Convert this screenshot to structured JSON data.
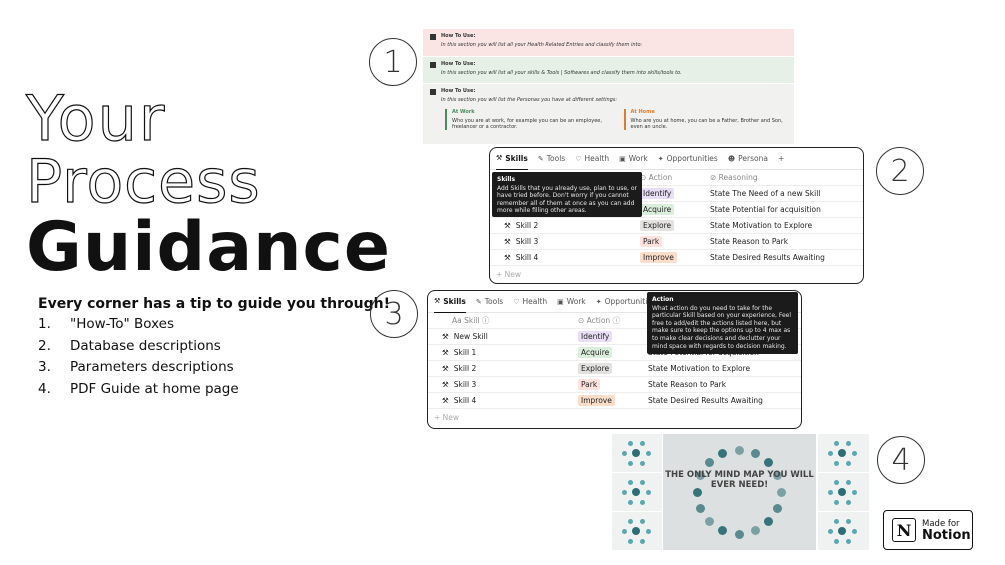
{
  "title": {
    "line1": "Your",
    "line2": "Process",
    "line3": "Guidance"
  },
  "subtitle": "Every corner has a tip to guide you through!",
  "tips": [
    {
      "num": "1.",
      "text": "\"How-To\" Boxes"
    },
    {
      "num": "2.",
      "text": "Database descriptions"
    },
    {
      "num": "3.",
      "text": "Parameters descriptions"
    },
    {
      "num": "4.",
      "text": "PDF Guide at home page"
    }
  ],
  "markers": [
    "1",
    "2",
    "3",
    "4"
  ],
  "howto": {
    "box1": {
      "title": "How To Use:",
      "text": "In this section you will list all your Health Related Entries and classify them into:"
    },
    "box2": {
      "title": "How To Use:",
      "text": "In this section you will list all your skills & Tools | Softwares and classify them into skills/tools to."
    },
    "box3": {
      "title": "How To Use:",
      "text": "In this section you will list the Personas you have at different settings:",
      "col1": {
        "head": "At Work",
        "text": "Who you are at work, for example you can be an employee, freelancer or a contractor."
      },
      "col2": {
        "head": "At Home",
        "text": "Who are you at home, you can be a Father, Brother and Son, even an uncle."
      }
    }
  },
  "db1": {
    "tabs": [
      "Skills",
      "Tools",
      "Health",
      "Work",
      "Opportunities",
      "Persona",
      "+"
    ],
    "headers": {
      "action": "Action",
      "reasoning": "Reasoning"
    },
    "rows": [
      {
        "skill": "",
        "action": "Identify",
        "reason": "State The Need of a new Skill"
      },
      {
        "skill": "",
        "action": "Acquire",
        "reason": "State Potential for acquisition"
      },
      {
        "skill": "Skill 2",
        "action": "Explore",
        "reason": "State Motivation to Explore"
      },
      {
        "skill": "Skill 3",
        "action": "Park",
        "reason": "State Reason to Park"
      },
      {
        "skill": "Skill 4",
        "action": "Improve",
        "reason": "State Desired Results Awaiting"
      }
    ],
    "new": "+ New",
    "tooltip": {
      "title": "Skills",
      "text": "Add Skills that you already use, plan to use, or have tried before. Don't worry if you cannot remember all of them at once as you can add more while filling other areas."
    }
  },
  "db2": {
    "tabs": [
      "Skills",
      "Tools",
      "Health",
      "Work",
      "Opportunities"
    ],
    "headers": {
      "skill": "Aa Skill",
      "action": "Action"
    },
    "rows": [
      {
        "skill": "New Skill",
        "action": "Identify",
        "reason": ""
      },
      {
        "skill": "Skill 1",
        "action": "Acquire",
        "reason": "State Potential for acquisition"
      },
      {
        "skill": "Skill 2",
        "action": "Explore",
        "reason": "State Motivation to Explore"
      },
      {
        "skill": "Skill 3",
        "action": "Park",
        "reason": "State Reason to Park"
      },
      {
        "skill": "Skill 4",
        "action": "Improve",
        "reason": "State Desired Results Awaiting"
      }
    ],
    "new": "+ New",
    "tooltip": {
      "title": "Action",
      "text": "What action do you need to take for the particular Skill based on your experience, Feel free to add/edit the actions listed here, but make sure to keep the options up to 4 max as to make clear decisions and declutter your mind space with regards to decision making."
    }
  },
  "mindmap": {
    "text": "THE ONLY MIND MAP YOU WILL EVER NEED!"
  },
  "badge": {
    "made": "Made for",
    "brand": "Notion",
    "logo": "N"
  },
  "colors": {
    "identify": "#e8dff5",
    "acquire": "#dbeddb",
    "explore": "#e3e2e0",
    "park": "#ffe2dd",
    "improve": "#fadec9",
    "teal": "#2b6e75"
  }
}
